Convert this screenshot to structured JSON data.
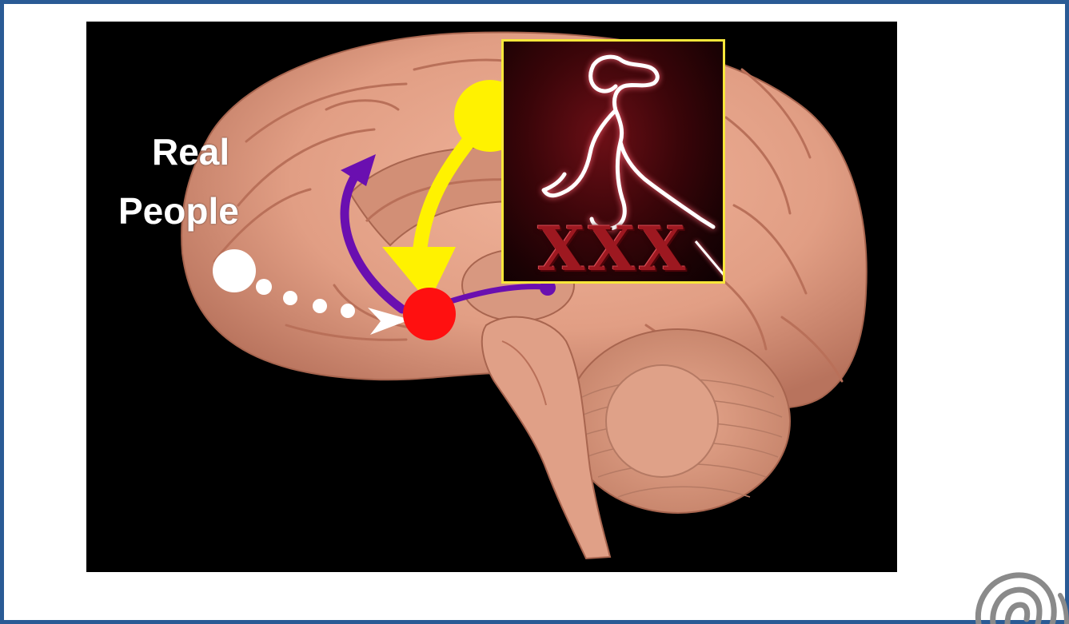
{
  "labels": {
    "real_people_line1": "Real",
    "real_people_line2": "People"
  },
  "inset": {
    "text": "XXX"
  },
  "colors": {
    "frame": "#2a5b95",
    "background": "#000000",
    "brain": "#e7a58a",
    "yellow": "#fff200",
    "purple": "#6a0fb0",
    "red": "#ff1010",
    "white": "#ffffff",
    "inset_border": "#f7e73b"
  },
  "icons": [
    "brain-illustration",
    "dancer-silhouette-icon",
    "spiral-logo-icon"
  ]
}
